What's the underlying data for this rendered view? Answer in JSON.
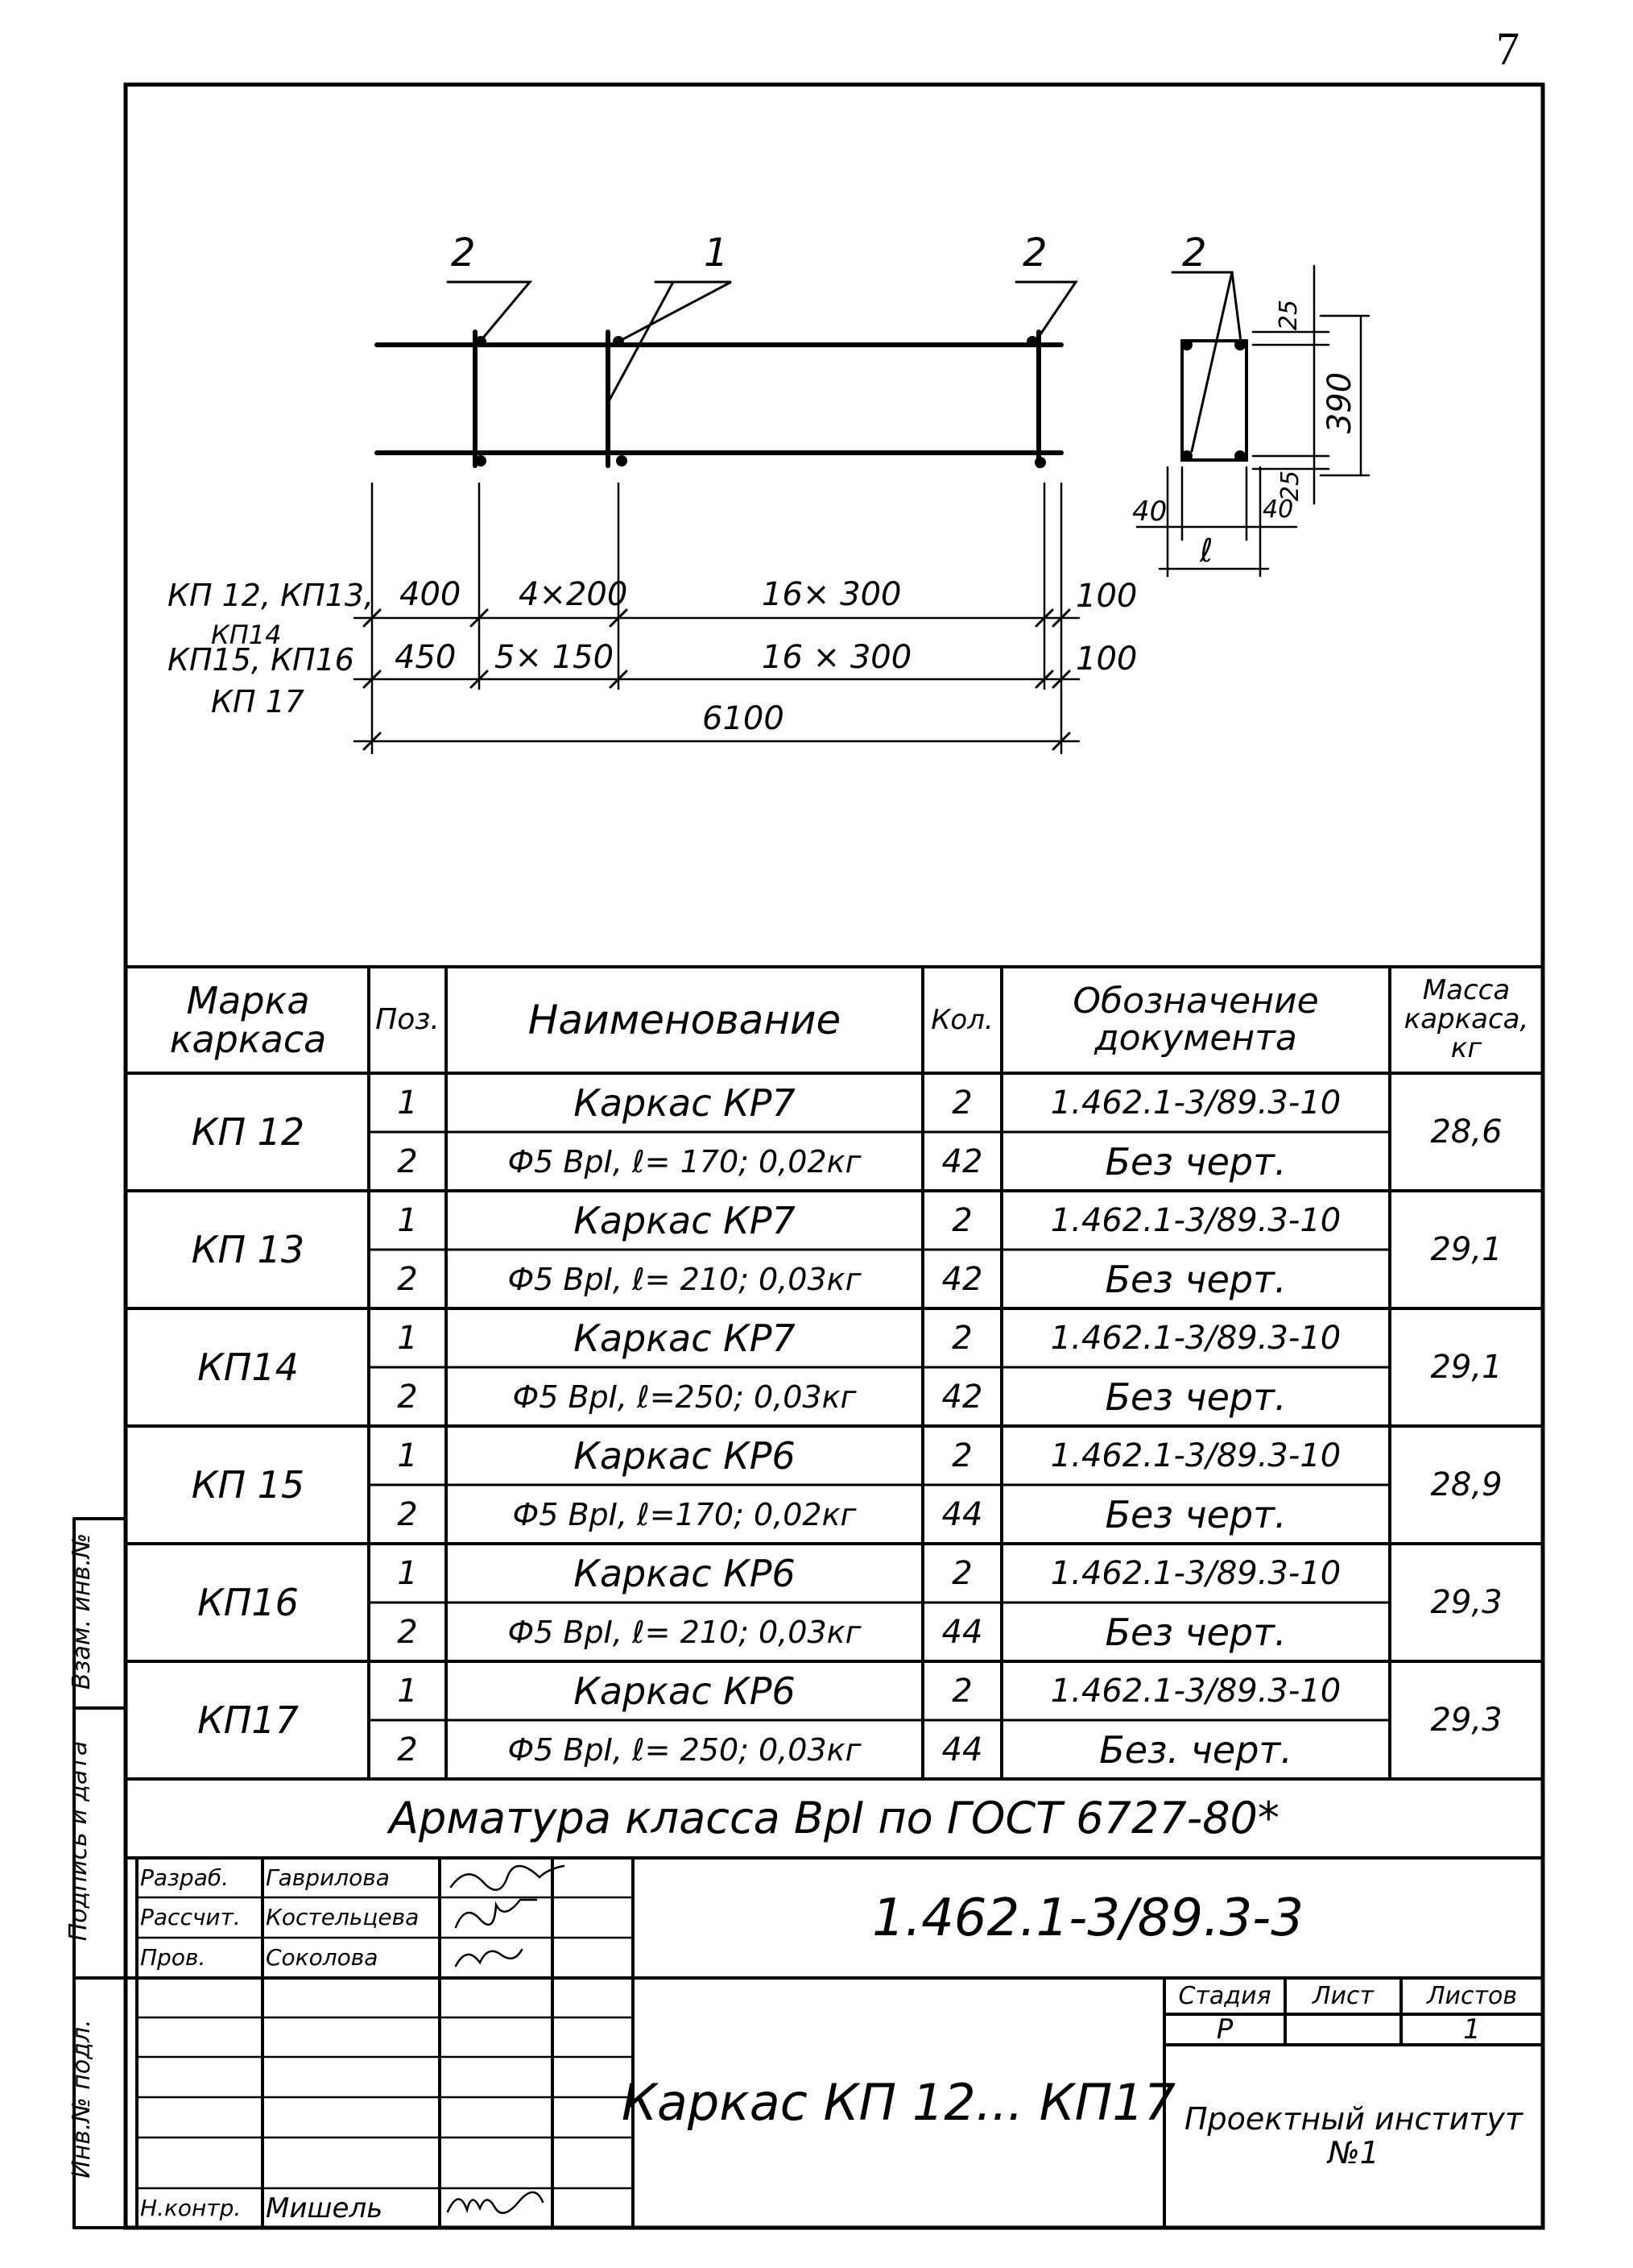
{
  "page_number": "7",
  "drawing": {
    "callouts": {
      "pos2_left": "2",
      "pos1": "1",
      "pos2_right": "2",
      "pos2_section": "2"
    },
    "section_dims": {
      "top_cover": "25",
      "height": "390",
      "bottom_cover": "25",
      "left": "40",
      "right": "40",
      "length": "ℓ"
    },
    "dim_rows": [
      {
        "label": "КП 12, КП13,",
        "label2": "КП14",
        "seg1": "400",
        "seg2": "4×200",
        "seg3": "16× 300",
        "end": "100"
      },
      {
        "label": "КП15, КП16",
        "seg1": "450",
        "seg2": "5× 150",
        "seg3": "16 × 300",
        "end": "100"
      },
      {
        "label": "КП 17",
        "total": "6100"
      }
    ]
  },
  "table": {
    "headers": {
      "marka": "Марка каркаса",
      "pos": "Поз.",
      "name": "Наименование",
      "qty": "Кол.",
      "doc": "Обозначение документа",
      "mass": "Масса каркаса, кг"
    },
    "groups": [
      {
        "mark": "КП 12",
        "mass": "28,6",
        "rows": [
          {
            "pos": "1",
            "name": "Каркас КР7",
            "qty": "2",
            "doc": "1.462.1-3/89.3-10"
          },
          {
            "pos": "2",
            "name": "Ф5 ВрI, ℓ= 170; 0,02кг",
            "qty": "42",
            "doc": "Без черт."
          }
        ]
      },
      {
        "mark": "КП 13",
        "mass": "29,1",
        "rows": [
          {
            "pos": "1",
            "name": "Каркас КР7",
            "qty": "2",
            "doc": "1.462.1-3/89.3-10"
          },
          {
            "pos": "2",
            "name": "Ф5 ВрI, ℓ= 210; 0,03кг",
            "qty": "42",
            "doc": "Без черт."
          }
        ]
      },
      {
        "mark": "КП14",
        "mass": "29,1",
        "rows": [
          {
            "pos": "1",
            "name": "Каркас КР7",
            "qty": "2",
            "doc": "1.462.1-3/89.3-10"
          },
          {
            "pos": "2",
            "name": "Ф5 ВрI, ℓ=250; 0,03кг",
            "qty": "42",
            "doc": "Без черт."
          }
        ]
      },
      {
        "mark": "КП 15",
        "mass": "28,9",
        "rows": [
          {
            "pos": "1",
            "name": "Каркас КР6",
            "qty": "2",
            "doc": "1.462.1-3/89.3-10"
          },
          {
            "pos": "2",
            "name": "Ф5 ВрI, ℓ=170; 0,02кг",
            "qty": "44",
            "doc": "Без черт."
          }
        ]
      },
      {
        "mark": "КП16",
        "mass": "29,3",
        "rows": [
          {
            "pos": "1",
            "name": "Каркас КР6",
            "qty": "2",
            "doc": "1.462.1-3/89.3-10"
          },
          {
            "pos": "2",
            "name": "Ф5 ВрI, ℓ= 210; 0,03кг",
            "qty": "44",
            "doc": "Без черт."
          }
        ]
      },
      {
        "mark": "КП17",
        "mass": "29,3",
        "rows": [
          {
            "pos": "1",
            "name": "Каркас КР6",
            "qty": "2",
            "doc": "1.462.1-3/89.3-10"
          },
          {
            "pos": "2",
            "name": "Ф5 ВрI, ℓ= 250; 0,03кг",
            "qty": "44",
            "doc": "Без. черт."
          }
        ]
      }
    ],
    "note": "Арматура класса ВрI по ГОСТ 6727-80*"
  },
  "stamp": {
    "roles": [
      {
        "role": "Разраб.",
        "name": "Гаврилова"
      },
      {
        "role": "Рассчит.",
        "name": "Костельцева"
      },
      {
        "role": "Пров.",
        "name": "Соколова"
      },
      {
        "role": "",
        "name": ""
      },
      {
        "role": "",
        "name": ""
      },
      {
        "role": "",
        "name": ""
      },
      {
        "role": "Н.контр.",
        "name": "Мишель"
      }
    ],
    "doc_code": "1.462.1-3/89.3-3",
    "title": "Каркас КП 12... КП17",
    "stage_header": "Стадия",
    "sheet_header": "Лист",
    "sheets_header": "Листов",
    "stage": "Р",
    "sheet": "",
    "sheets": "1",
    "org": "Проектный институт №1"
  },
  "side_strip": [
    "Инв.№ подл.",
    "Подпись и дата",
    "Взам. инв.№"
  ]
}
